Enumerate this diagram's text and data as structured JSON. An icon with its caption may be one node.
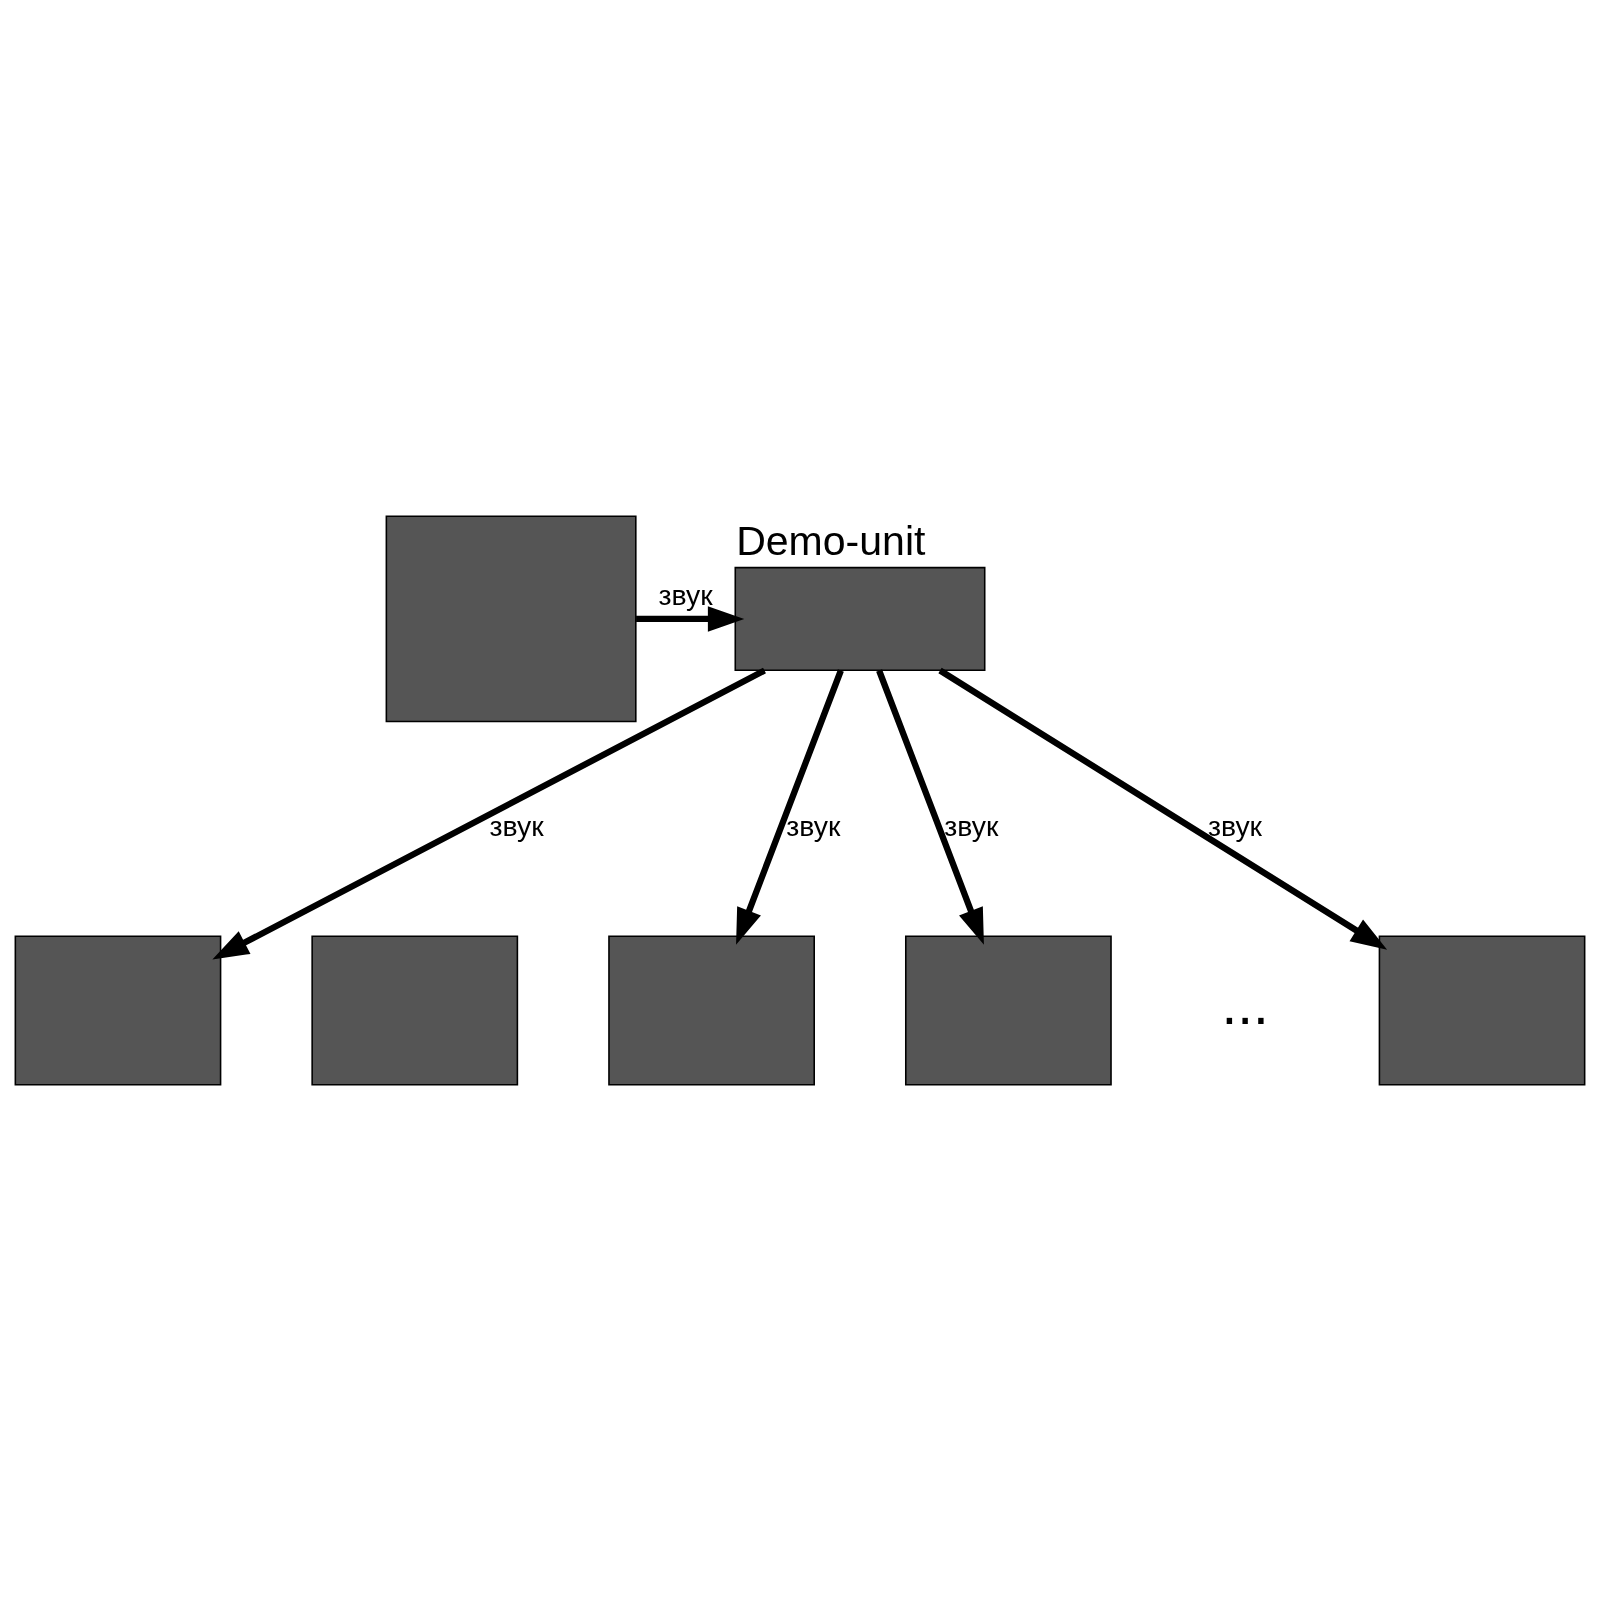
{
  "diagram": {
    "nodes": [
      {
        "text": [],
        "shape": "box"
      },
      {
        "text": [],
        "shape": "box",
        "beside": [
          "Demo-unit"
        ]
      },
      {
        "text": [],
        "shape": "box"
      },
      {
        "text": [],
        "shape": "box"
      },
      {
        "text": [],
        "shape": "box"
      },
      {
        "text": [],
        "shape": "box"
      },
      {
        "text": [],
        "shape": "box"
      }
    ],
    "edges": [
      {
        "from": 0,
        "to": 1,
        "arrow": "to",
        "label": "звук"
      },
      {
        "from": 1,
        "to": 2,
        "arrow": "to",
        "label": "звук"
      },
      {
        "from": 1,
        "to": 4,
        "arrow": "to",
        "label": "звук"
      },
      {
        "from": 1,
        "to": 5,
        "arrow": "to",
        "label": "звук"
      },
      {
        "from": 1,
        "to": 6,
        "arrow": "to",
        "label": "звук"
      }
    ],
    "labels": [
      "..."
    ]
  }
}
